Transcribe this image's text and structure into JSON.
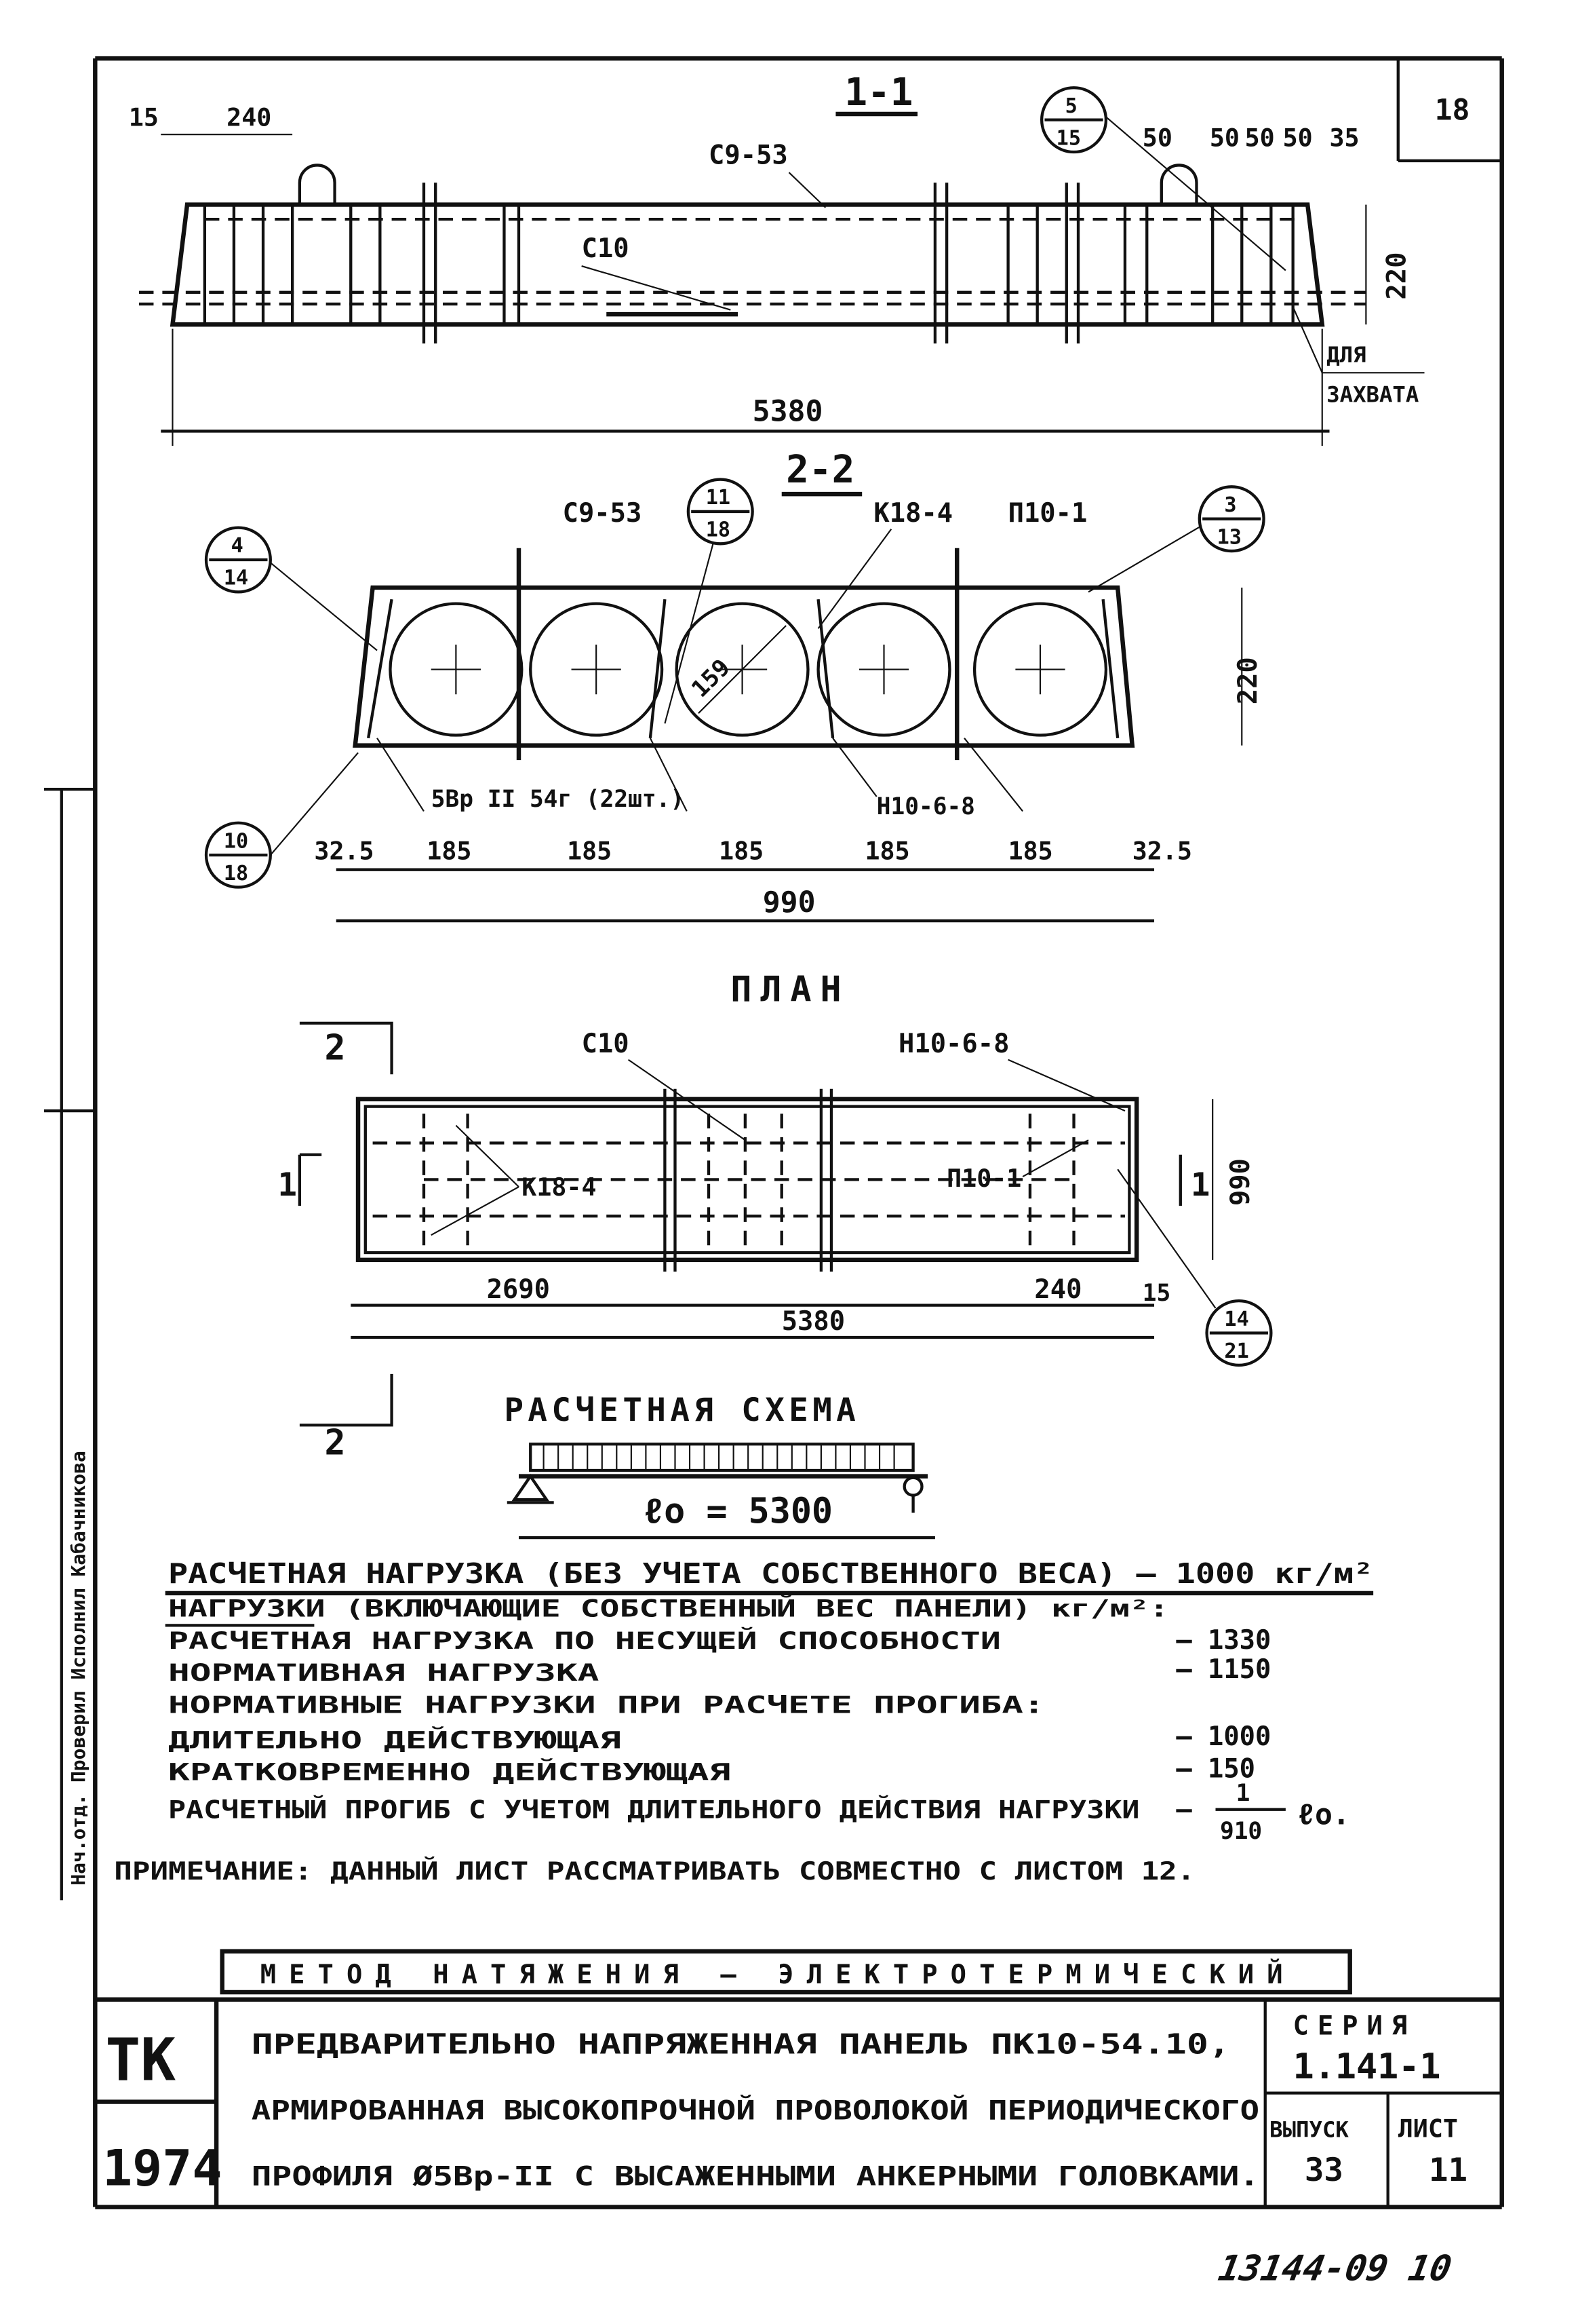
{
  "sheet_corner_number": "18",
  "left_strip_text": "Нач.отд. Проверил Исполнил Кабачникова",
  "section_1_1": {
    "title": "1-1",
    "dims_top_left": [
      "15",
      "240"
    ],
    "dims_top_right": [
      "50",
      "50",
      "50",
      "50",
      "35"
    ],
    "callout": {
      "top": "5",
      "bottom": "15"
    },
    "label_top_bar": "С9-53",
    "label_bottom_bar": "С10",
    "height": "220",
    "grip_note": [
      "ДЛЯ",
      "ЗАХВАТА"
    ],
    "length": "5380"
  },
  "section_2_2": {
    "title": "2-2",
    "callouts": [
      {
        "top": "4",
        "bottom": "14"
      },
      {
        "top": "11",
        "bottom": "18"
      },
      {
        "top": "3",
        "bottom": "13"
      },
      {
        "top": "10",
        "bottom": "18"
      }
    ],
    "labels": {
      "mesh_top": "С9-53",
      "frame": "К18-4",
      "loop": "П10-1",
      "void_diameter": "159",
      "wire": "5Вр II 54г (22шт.)",
      "mesh_bottom": "Н10-6-8"
    },
    "height": "220",
    "dims": [
      "32.5",
      "185",
      "185",
      "185",
      "185",
      "185",
      "32.5"
    ],
    "width": "990"
  },
  "plan": {
    "title": "ПЛАН",
    "section_marks": {
      "cut_2": "2",
      "cut_1": "1"
    },
    "labels": {
      "bar": "С10",
      "mesh": "Н10-6-8",
      "frame": "К18-4",
      "loop": "П10-1"
    },
    "width": "990",
    "dims": {
      "half": "2690",
      "end": "240",
      "edge": "15",
      "total": "5380"
    },
    "callout": {
      "top": "14",
      "bottom": "21"
    }
  },
  "scheme": {
    "title": "РАСЧЕТНАЯ СХЕМА",
    "span": "ℓo = 5300"
  },
  "loads": {
    "design_load_line": "РАСЧЕТНАЯ НАГРУЗКА (БЕЗ УЧЕТА СОБСТВЕННОГО ВЕСА) — 1000 кг/м²",
    "header": "НАГРУЗКИ (ВКЛЮЧАЮЩИЕ СОБСТВЕННЫЙ ВЕС ПАНЕЛИ) кг/м²:",
    "rows": [
      {
        "label": "РАСЧЕТНАЯ НАГРУЗКА ПО НЕСУЩЕЙ СПОСОБНОСТИ",
        "value": "— 1330"
      },
      {
        "label": "НОРМАТИВНАЯ НАГРУЗКА",
        "value": "— 1150"
      },
      {
        "label": "НОРМАТИВНЫЕ НАГРУЗКИ ПРИ РАСЧЕТЕ ПРОГИБА:",
        "value": ""
      },
      {
        "label": "ДЛИТЕЛЬНО ДЕЙСТВУЮЩАЯ",
        "value": "— 1000"
      },
      {
        "label": "КРАТКОВРЕМЕННО ДЕЙСТВУЮЩАЯ",
        "value": "— 150"
      }
    ],
    "deflection_label": "РАСЧЕТНЫЙ ПРОГИБ С УЧЕТОМ ДЛИТЕЛЬНОГО ДЕЙСТВИЯ НАГРУЗКИ",
    "deflection_num": "1",
    "deflection_den": "910",
    "deflection_suffix": "ℓo.",
    "note": "ПРИМЕЧАНИЕ: ДАННЫЙ ЛИСТ РАССМАТРИВАТЬ СОВМЕСТНО С ЛИСТОМ 12."
  },
  "method": "МЕТОД НАТЯЖЕНИЯ — ЭЛЕКТРОТЕРМИЧЕСКИЙ",
  "title_block": {
    "org": "ТК",
    "year": "1974",
    "title_lines": [
      "ПРЕДВАРИТЕЛЬНО НАПРЯЖЕННАЯ ПАНЕЛЬ ПК10-54.10,",
      "АРМИРОВАННАЯ ВЫСОКОПРОЧНОЙ ПРОВОЛОКОЙ ПЕРИОДИЧЕСКОГО",
      "ПРОФИЛЯ Ø5Вр-II С ВЫСАЖЕННЫМИ АНКЕРНЫМИ ГОЛОВКАМИ."
    ],
    "series_label": "СЕРИЯ",
    "series": "1.141-1",
    "issue_label": "ВЫПУСК",
    "issue": "33",
    "sheet_label": "ЛИСТ",
    "sheet": "11"
  },
  "archive_number": "13144-09 10"
}
